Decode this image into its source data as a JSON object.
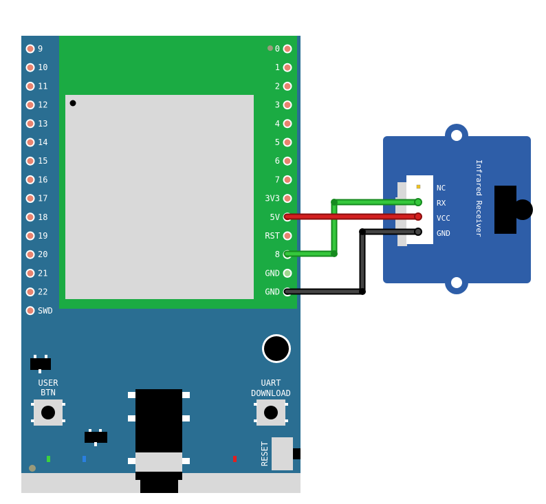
{
  "board": {
    "left_pins": [
      "9",
      "10",
      "11",
      "12",
      "13",
      "14",
      "15",
      "16",
      "17",
      "18",
      "19",
      "20",
      "21",
      "22",
      "SWD"
    ],
    "right_pins": [
      "0",
      "1",
      "2",
      "3",
      "4",
      "5",
      "6",
      "7",
      "3V3",
      "5V",
      "RST",
      "8",
      "GND",
      "GND"
    ],
    "user_btn": [
      "USER",
      "BTN"
    ],
    "uart_btn": [
      "UART",
      "DOWNLOAD"
    ],
    "reset_label": "RESET"
  },
  "module": {
    "title": "Infrared Receiver",
    "pins": [
      "NC",
      "RX",
      "VCC",
      "GND"
    ]
  },
  "colors": {
    "board": "#2a6e92",
    "wifi_module": "#1bab43",
    "chip_shield": "#d9d9d9",
    "module_board": "#2e5ea8",
    "wire_signal": "#1ea62a",
    "wire_power": "#c01818",
    "wire_ground": "#262626"
  },
  "wires": [
    {
      "name": "signal-wire",
      "from": "8",
      "to": "RX"
    },
    {
      "name": "power-wire",
      "from": "5V",
      "to": "VCC"
    },
    {
      "name": "ground-wire",
      "from": "GND",
      "to": "GND"
    }
  ]
}
